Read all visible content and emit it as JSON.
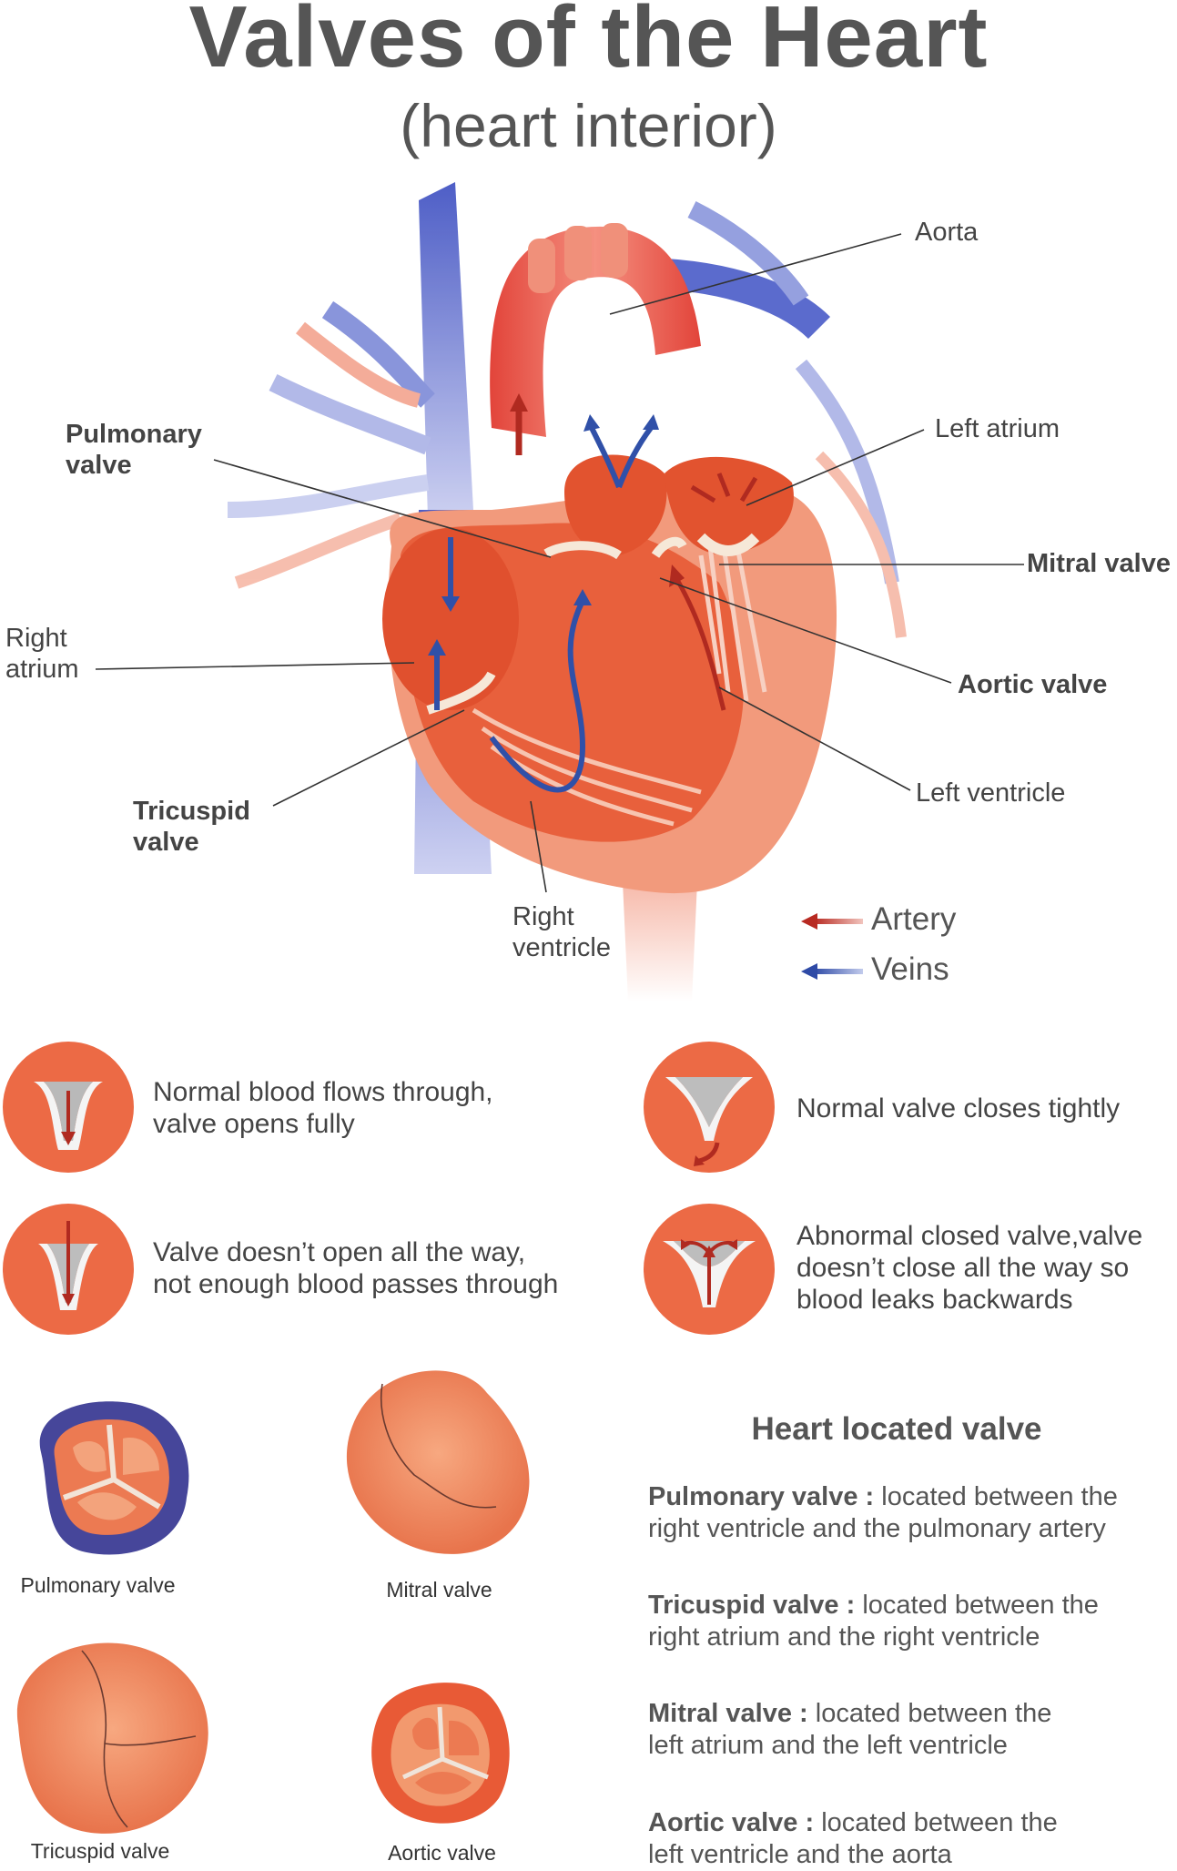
{
  "title": "Valves of the Heart",
  "subtitle": "(heart interior)",
  "labels": {
    "aorta": "Aorta",
    "left_atrium": "Left atrium",
    "mitral_valve": "Mitral valve",
    "aortic_valve": "Aortic valve",
    "left_ventricle": "Left ventricle",
    "pulmonary_valve_1": "Pulmonary",
    "pulmonary_valve_2": "valve",
    "right_atrium_1": "Right",
    "right_atrium_2": "atrium",
    "tricuspid_valve_1": "Tricuspid",
    "tricuspid_valve_2": "valve",
    "right_ventricle_1": "Right",
    "right_ventricle_2": "ventricle"
  },
  "legend": {
    "artery": "Artery",
    "veins": "Veins",
    "artery_color": "#c0302a",
    "vein_color": "#3050a8"
  },
  "conditions": [
    {
      "line1": "Normal blood flows through,",
      "line2": "valve opens fully",
      "line3": ""
    },
    {
      "line1": "Normal valve closes tightly",
      "line2": "",
      "line3": ""
    },
    {
      "line1": "Valve doesn’t open all the way,",
      "line2": "not enough blood passes through",
      "line3": ""
    },
    {
      "line1": "Abnormal closed valve,valve",
      "line2": "doesn’t close all the way so",
      "line3": "blood leaks backwards"
    }
  ],
  "valve_images": {
    "pulmonary": "Pulmonary valve",
    "mitral": "Mitral valve",
    "tricuspid": "Tricuspid valve",
    "aortic": "Aortic valve"
  },
  "located": {
    "heading": "Heart located valve",
    "items": [
      {
        "name": "Pulmonary valve :",
        "text1": " located between the",
        "text2": "right ventricle and the pulmonary artery"
      },
      {
        "name": "Tricuspid valve :",
        "text1": " located between the",
        "text2": "right atrium and the right ventricle"
      },
      {
        "name": "Mitral valve :",
        "text1": " located between the",
        "text2": "left atrium and the left ventricle"
      },
      {
        "name": "Aortic valve :",
        "text1": " located between the",
        "text2": "left ventricle and the aorta"
      }
    ]
  },
  "colors": {
    "heart": "#e8603c",
    "heart_light": "#f39a78",
    "heart_dark": "#c8402a",
    "vein_blue": "#4a5cc8",
    "circle": "#ec6a45"
  }
}
